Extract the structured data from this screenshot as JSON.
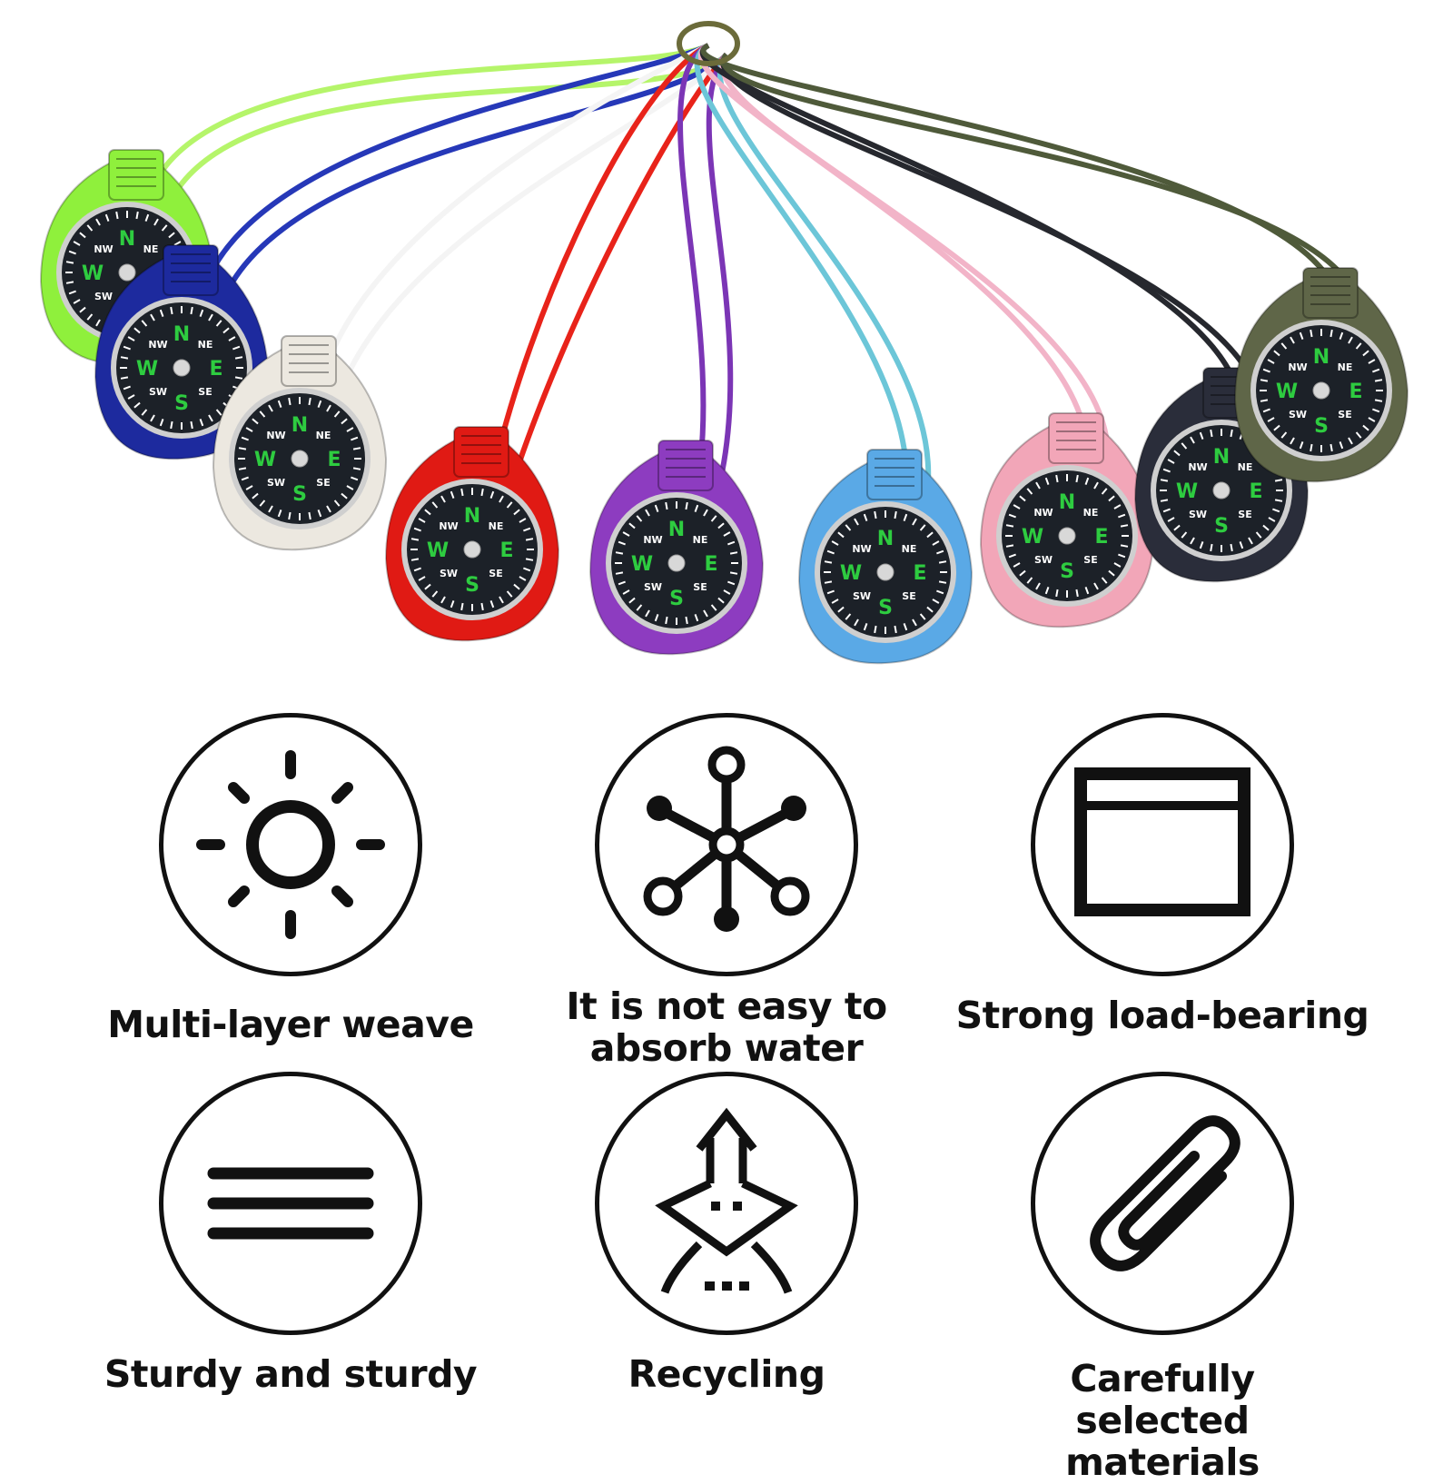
{
  "product": {
    "compasses": [
      {
        "color": "#8ff03c",
        "cord": "#b5f56a"
      },
      {
        "color": "#1d2a9e",
        "cord": "#2638b8"
      },
      {
        "color": "#ece8e0",
        "cord": "#f4f4f4"
      },
      {
        "color": "#e01a14",
        "cord": "#e8231a"
      },
      {
        "color": "#8d3cc0",
        "cord": "#7b35b5"
      },
      {
        "color": "#5aa9e6",
        "cord": "#6cc6d8"
      },
      {
        "color": "#f2a6b8",
        "cord": "#f2b4c8"
      },
      {
        "color": "#2a2d3a",
        "cord": "#26282e"
      },
      {
        "color": "#5f6648",
        "cord": "#4f5a3a"
      }
    ],
    "compass_dial_letters": [
      "N",
      "E",
      "S",
      "W",
      "NE",
      "SE",
      "SW",
      "NW"
    ]
  },
  "features": [
    {
      "icon": "sun-icon",
      "label": "Multi-layer weave"
    },
    {
      "icon": "network-icon",
      "label": "It is not easy to absorb water"
    },
    {
      "icon": "card-icon",
      "label": "Strong load-bearing"
    },
    {
      "icon": "menu-lines-icon",
      "label": "Sturdy and sturdy"
    },
    {
      "icon": "recycle-arrow-icon",
      "label": "Recycling"
    },
    {
      "icon": "paperclip-icon",
      "label": "Carefully selected materials"
    }
  ]
}
